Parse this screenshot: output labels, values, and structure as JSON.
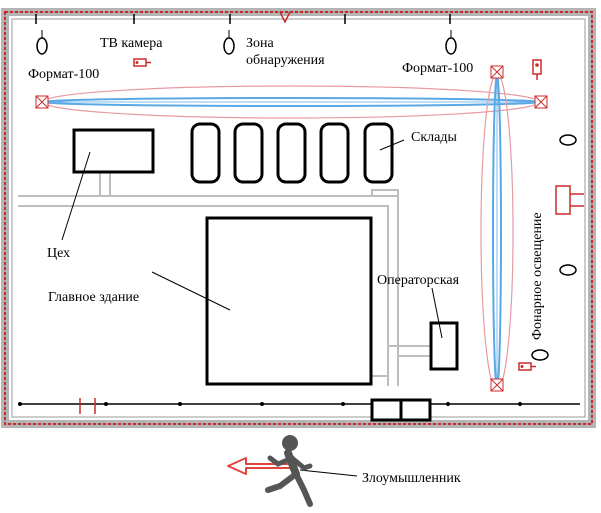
{
  "labels": {
    "tv_camera": "ТВ камера",
    "zone_line1": "Зона",
    "zone_line2": "обнаружения",
    "format_left": "Формат-100",
    "format_right": "Формат-100",
    "warehouses": "Склады",
    "workshop": "Цех",
    "main_building": "Главное здание",
    "operator_room": "Операторская",
    "lighting": "Фонарное освещение",
    "intruder": "Злоумышленник"
  },
  "colors": {
    "fence": "#b0b0b0",
    "wire": "#cc2a2a",
    "beam_blue": "#5aa9e6",
    "beam_pink": "#e89aa3",
    "building": "#000000",
    "road": "#bdbdbd",
    "intruder_arrow": "#e0463e",
    "intruder_figure": "#555555"
  }
}
